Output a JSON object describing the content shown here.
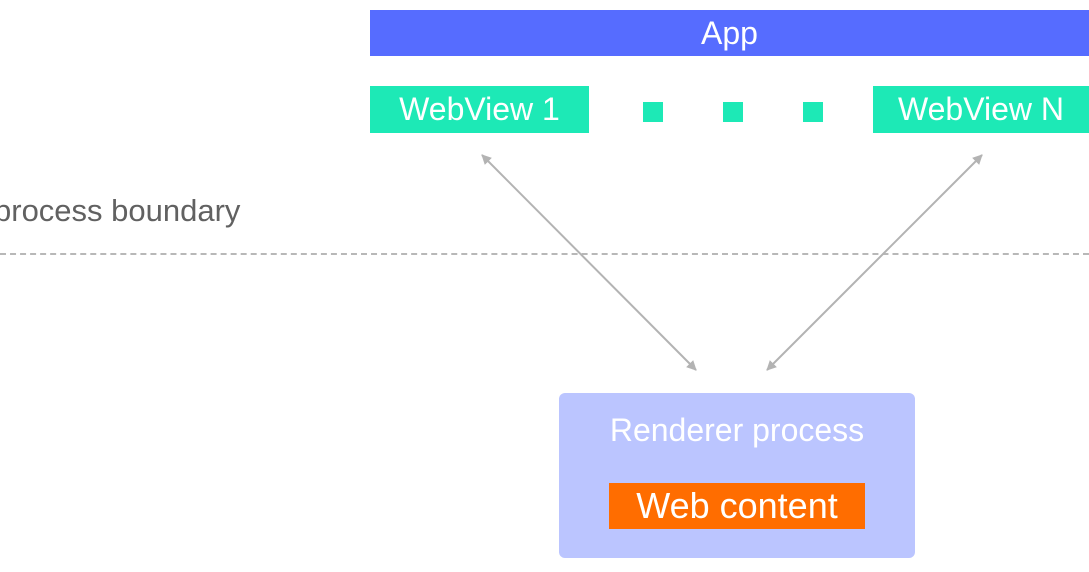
{
  "app": {
    "label": "App"
  },
  "webviews": {
    "first": "WebView 1",
    "last": "WebView N"
  },
  "boundary": {
    "label": "process boundary"
  },
  "renderer": {
    "label": "Renderer process",
    "content_label": "Web content"
  },
  "colors": {
    "app": "#566cff",
    "webview": "#1de9b6",
    "renderer": "#bbc5ff",
    "web_content": "#ff6d00",
    "arrow": "#b3b3b3",
    "boundary_line": "#b8b8b8",
    "boundary_text": "#616161"
  },
  "icons": {
    "ellipsis": "square-dot-icon",
    "arrow": "double-headed-arrow-icon"
  }
}
